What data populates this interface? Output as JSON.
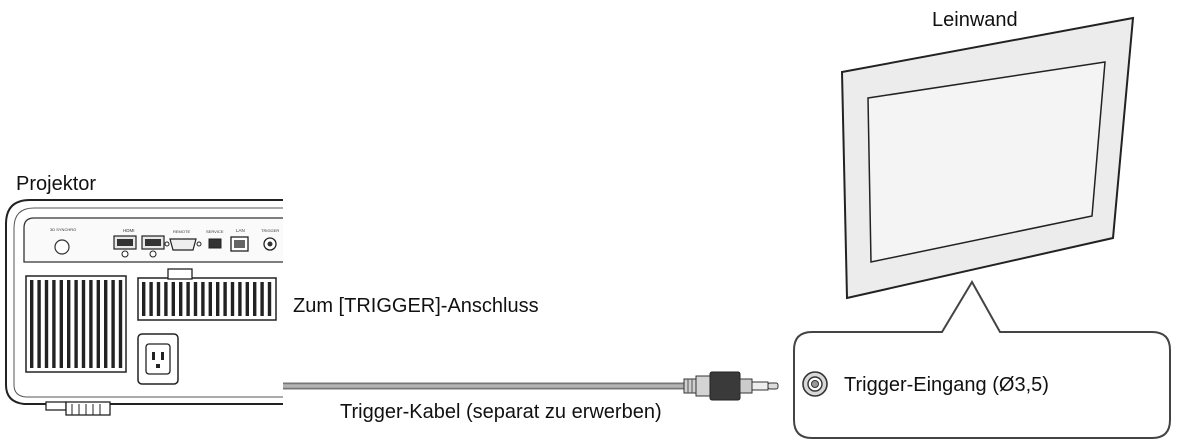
{
  "labels": {
    "screen": "Leinwand",
    "projector": "Projektor",
    "connector": "Zum [TRIGGER]-Anschluss",
    "cable": "Trigger-Kabel (separat zu erwerben)",
    "input": "Trigger-Eingang (Ø3,5)"
  },
  "panel_labels": {
    "hdmi": "HDMI",
    "remote": "REMOTE",
    "service": "SERVICE",
    "lan": "LAN",
    "trigger": "TRIGGER",
    "ir": "3D SYNCHRO"
  }
}
